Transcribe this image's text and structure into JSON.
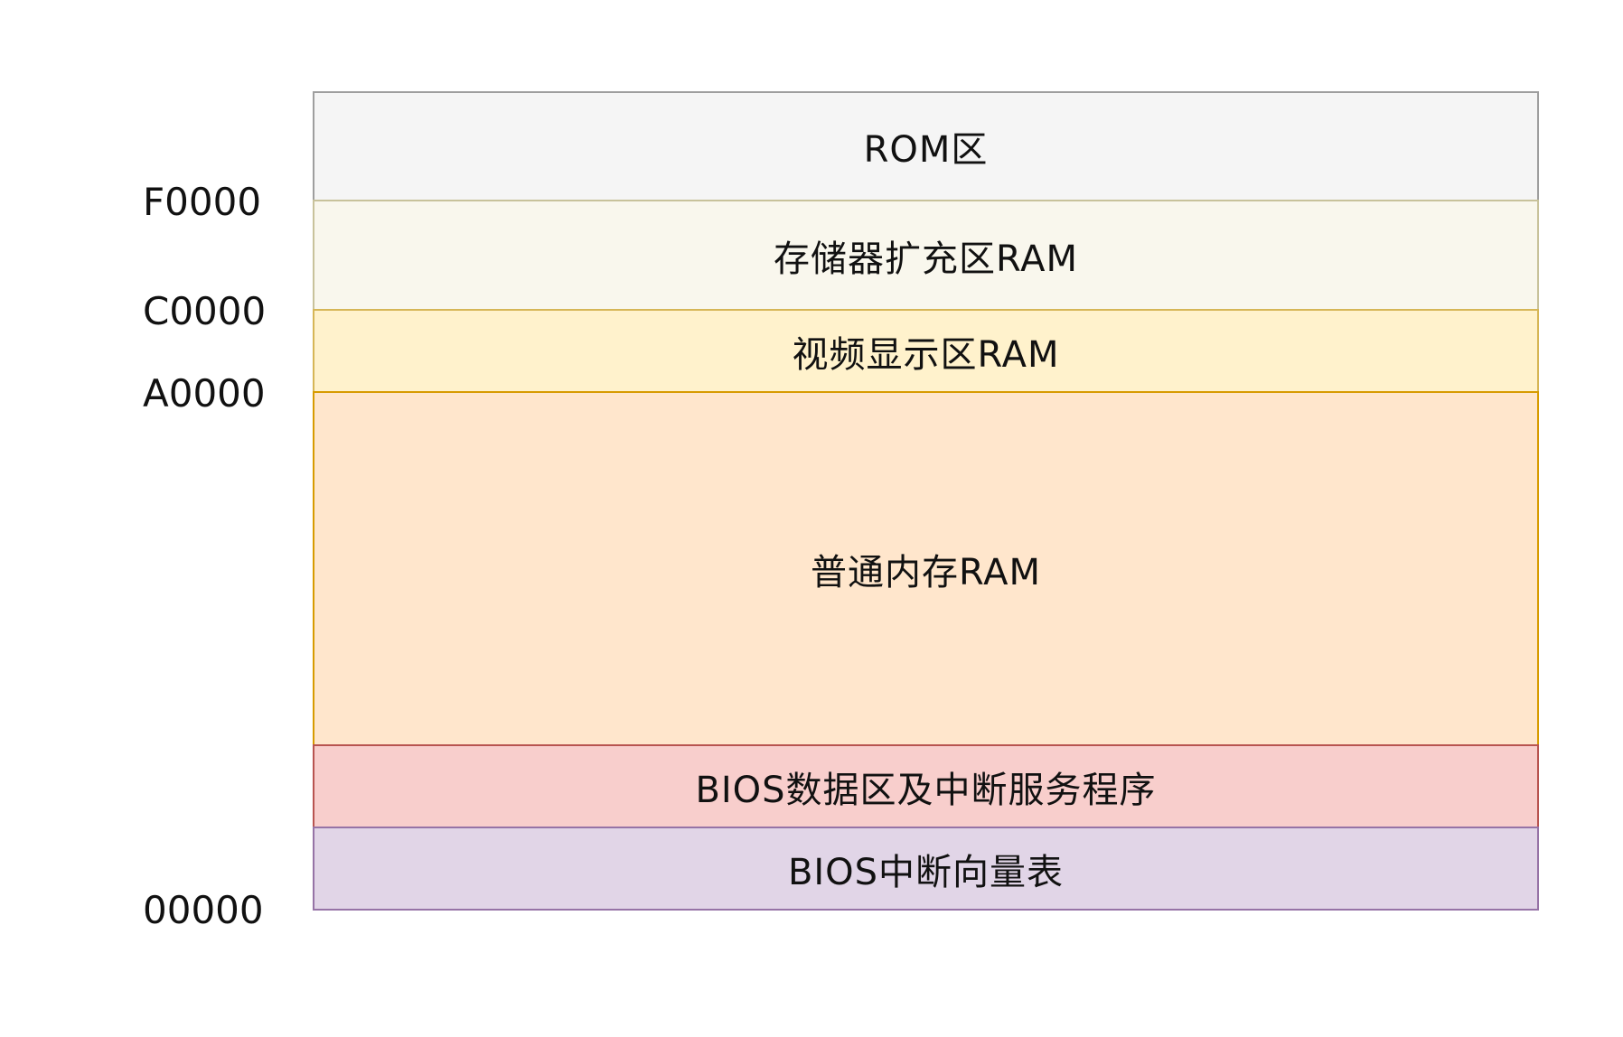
{
  "regions": [
    {
      "label": "ROM区",
      "fill": "#f5f5f5",
      "stroke": "#9e9e9e"
    },
    {
      "label": "存储器扩充区RAM",
      "fill": "#f9f7ed",
      "stroke": "#c8c29b"
    },
    {
      "label": "视频显示区RAM",
      "fill": "#fff2cc",
      "stroke": "#d6b656"
    },
    {
      "label": "普通内存RAM",
      "fill": "#ffe6cc",
      "stroke": "#d79b00"
    },
    {
      "label": "BIOS数据区及中断服务程序",
      "fill": "#f8cecc",
      "stroke": "#b85450"
    },
    {
      "label": "BIOS中断向量表",
      "fill": "#e1d5e7",
      "stroke": "#9673a6"
    }
  ],
  "addresses": [
    "F0000",
    "C0000",
    "A0000",
    "00000"
  ]
}
